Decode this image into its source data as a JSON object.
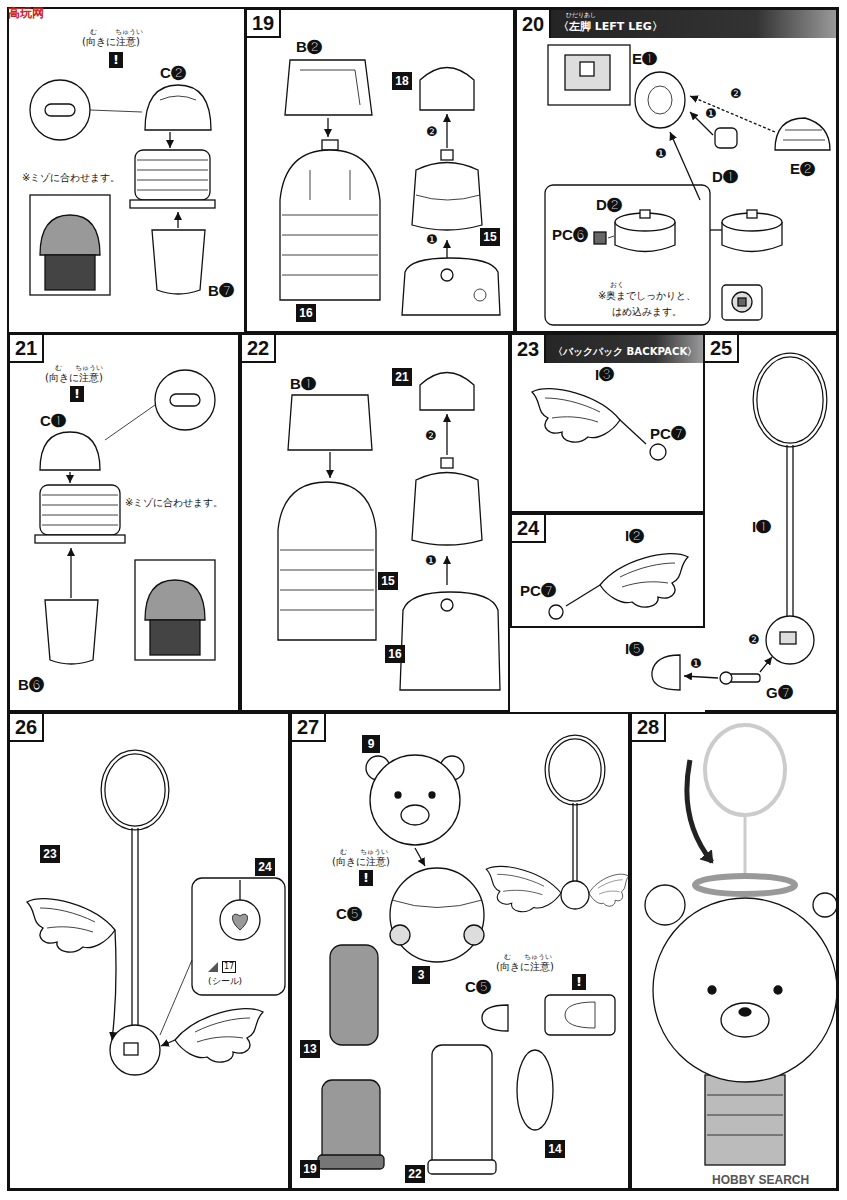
{
  "diagram": {
    "nodes": [
      {
        "text": [
          "19"
        ]
      },
      {
        "text": [
          "20",
          "〈左脚 LEFT LEG〉"
        ]
      },
      {
        "text": [
          "21"
        ]
      },
      {
        "text": [
          "22"
        ]
      },
      {
        "text": [
          "23",
          "〈バックパック BACKPACK〉"
        ]
      },
      {
        "text": [
          "24"
        ]
      },
      {
        "text": [
          "25"
        ]
      },
      {
        "text": [
          "26"
        ]
      },
      {
        "text": [
          "27"
        ]
      },
      {
        "text": [
          "28"
        ]
      },
      {
        "text": [
          "18"
        ],
        "in": 0
      },
      {
        "text": [
          "15"
        ],
        "in": 0
      },
      {
        "text": [
          "16"
        ],
        "in": 0
      },
      {
        "text": [
          "21"
        ],
        "in": 3
      },
      {
        "text": [
          "16"
        ],
        "in": 3
      },
      {
        "text": [
          "15"
        ],
        "in": 3
      },
      {
        "text": [
          "23"
        ],
        "in": 7
      },
      {
        "text": [
          "24"
        ],
        "in": 7
      },
      {
        "text": [
          "9"
        ],
        "in": 8
      },
      {
        "text": [
          "3"
        ],
        "in": 8
      },
      {
        "text": [
          "13"
        ],
        "in": 8
      },
      {
        "text": [
          "19"
        ],
        "in": 8
      },
      {
        "text": [
          "22"
        ],
        "in": 8
      },
      {
        "text": [
          "14"
        ],
        "in": 8
      }
    ],
    "labels": [
      "高玩网",
      "む",
      "ちゅうい",
      "(向きに注意)",
      "!",
      "C❷",
      "※ミゾに合わせます。",
      "B❼",
      "B❷",
      "❷",
      "❶",
      "ひだりあし",
      "E❶",
      "❷",
      "❶",
      "❶",
      "D❶",
      "E❷",
      "D❷",
      "PC❻",
      "おく",
      "※奥までしっかりと、",
      "はめ込みます。",
      "む",
      "ちゅうい",
      "(向きに注意)",
      "!",
      "C❶",
      "※ミゾに合わせます。",
      "B❻",
      "B❶",
      "❷",
      "❶",
      "I❸",
      "PC❼",
      "I❷",
      "PC❼",
      "I❶",
      "❷",
      "I❺",
      "❶",
      "G❼",
      "17",
      "(シール)",
      "む",
      "ちゅうい",
      "(向きに注意)",
      "!",
      "C❺",
      "む",
      "ちゅうい",
      "(向きに注意)",
      "C❺",
      "!",
      "HOBBY SEARCH"
    ]
  }
}
